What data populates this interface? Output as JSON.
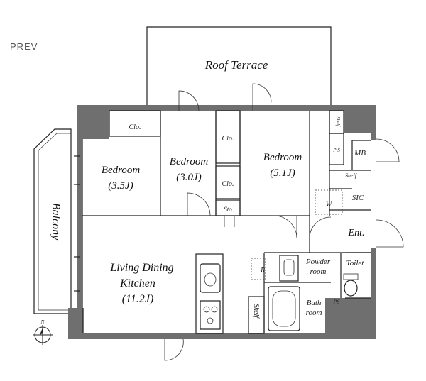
{
  "nav": {
    "prev_label": "PREV"
  },
  "rooms": {
    "roof_terrace": "Roof Terrace",
    "balcony": "Balcony",
    "bedroom_left": {
      "name": "Bedroom",
      "size": "(3.5J)"
    },
    "bedroom_mid": {
      "name": "Bedroom",
      "size": "(3.0J)"
    },
    "bedroom_right": {
      "name": "Bedroom",
      "size": "(5.1J)"
    },
    "ldk": {
      "line1": "Living Dining",
      "line2": "Kitchen",
      "size": "(11.2J)"
    },
    "entrance": "Ent.",
    "toilet": "Toilet",
    "powder_room": {
      "line1": "Powder",
      "line2": "room"
    },
    "bath_room": {
      "line1": "Bath",
      "line2": "room"
    }
  },
  "labels": {
    "clo_left": "Clo.",
    "clo_mid_top": "Clo.",
    "clo_mid_bottom": "Clo.",
    "sto": "Sto",
    "shelf_top": "Shelf",
    "shelf_mid": "Shelf",
    "shelf_kitchen": "Shelf",
    "ps_top": "P S",
    "ps_bottom": "PS",
    "mb": "MB",
    "sic": "SIC",
    "w": "W",
    "r": "R",
    "north": "N"
  }
}
